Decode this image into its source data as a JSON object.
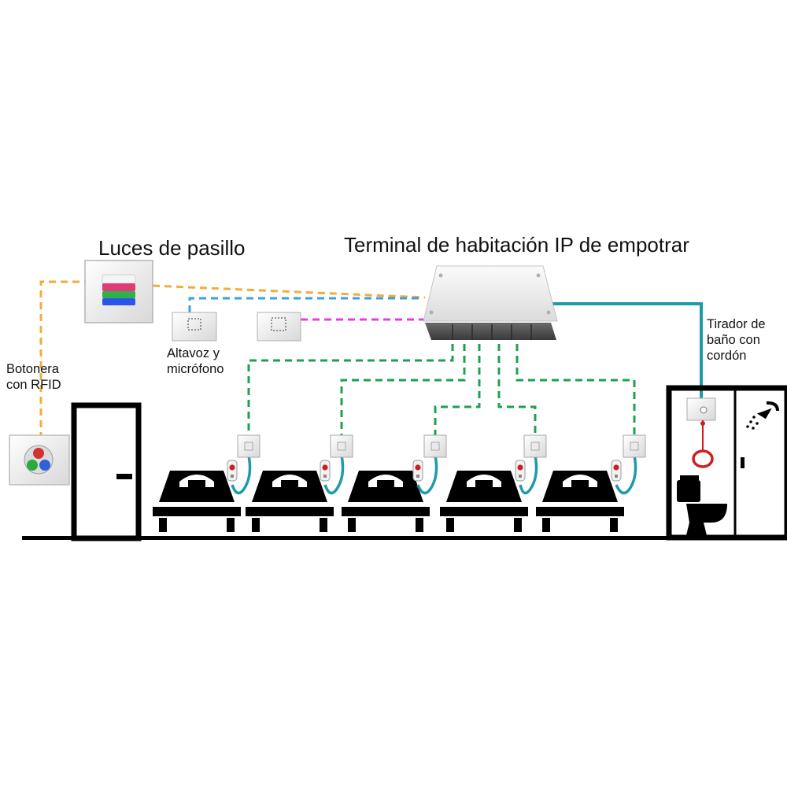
{
  "labels": {
    "hallway_lights": "Luces de pasillo",
    "room_terminal": "Terminal de habitación IP de empotrar",
    "rfid_panel_line1": "Botonera",
    "rfid_panel_line2": "con RFID",
    "speaker_line1": "Altavoz y",
    "speaker_line2": "micrófono",
    "bath_pull_line1": "Tirador de",
    "bath_pull_line2": "baño con",
    "bath_pull_line3": "cordón"
  },
  "colors": {
    "line_orange": "#f0ad3c",
    "line_blue": "#3aa0e0",
    "line_magenta": "#e040e0",
    "line_green": "#1fa050",
    "cable_teal": "#1f9aa8",
    "furniture": "#000000",
    "alarm_red": "#cc2020"
  },
  "icons": [
    "shower-icon",
    "toilet-icon",
    "pull-cord-icon",
    "door-icon",
    "bed-icon",
    "call-button-icon"
  ]
}
